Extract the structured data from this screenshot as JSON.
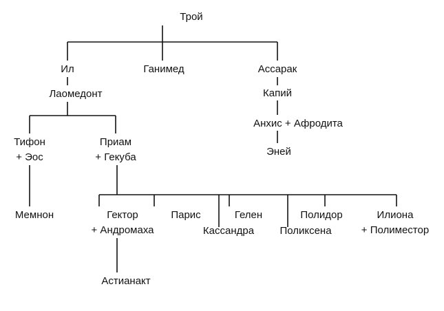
{
  "nodes": {
    "troy": "Трой",
    "il": "Ил",
    "ganimed": "Ганимед",
    "assarak": "Ассарак",
    "laomedont": "Лаомедонт",
    "kapiy": "Капий",
    "anhis": "Анхис + Афродита",
    "eney": "Эней",
    "tifon": "Тифон",
    "tifon_spouse": "+ Эос",
    "priam": "Приам",
    "priam_spouse": "+ Гекуба",
    "memnon": "Мемнон",
    "hektor": "Гектор",
    "hektor_spouse": "+ Андромаха",
    "paris": "Парис",
    "kassandra": "Кассандра",
    "gelen": "Гелен",
    "poliksena": "Поликсена",
    "polidor": "Полидор",
    "iliona": "Илиона",
    "iliona_spouse": "+ Полиместор",
    "astianakt": "Астианакт"
  },
  "colors": {
    "ink": "#111111",
    "background": "#ffffff"
  }
}
